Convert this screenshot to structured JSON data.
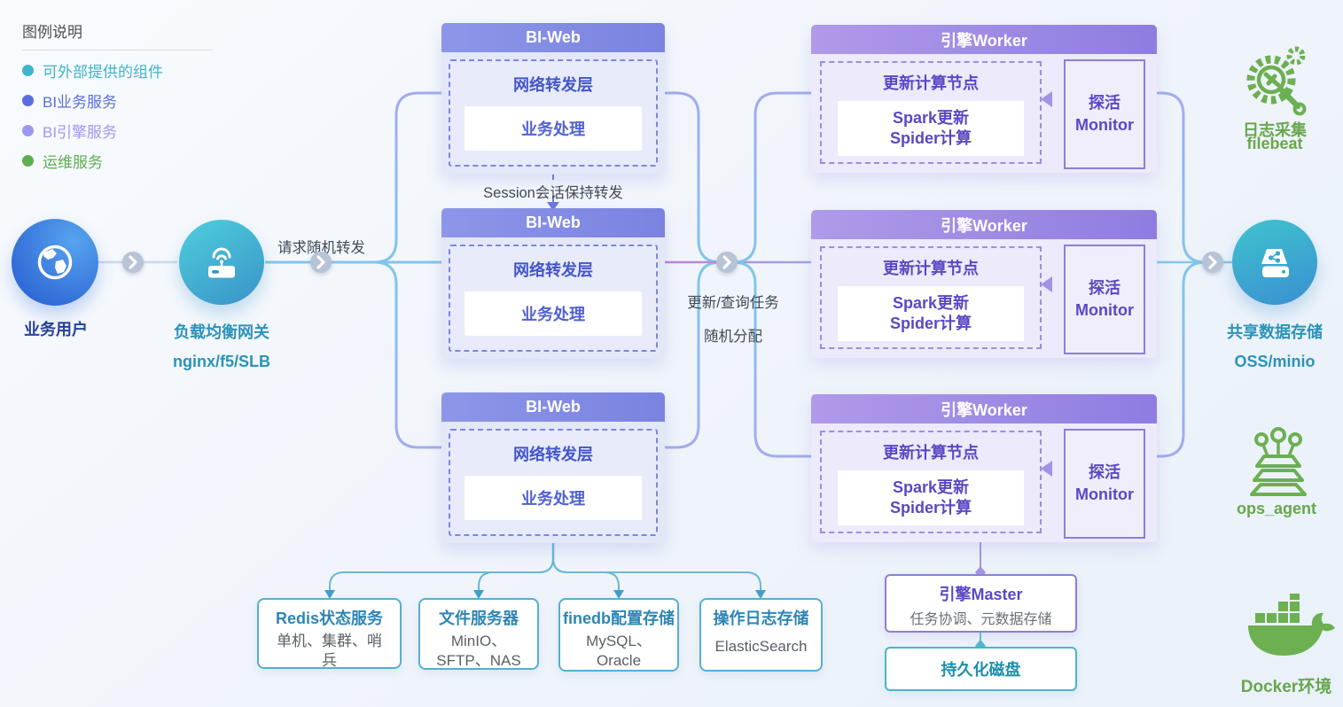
{
  "legend": {
    "title": "图例说明",
    "items": [
      {
        "label": "可外部提供的组件",
        "color": "#3fb5c9"
      },
      {
        "label": "BI业务服务",
        "color": "#5b6ede"
      },
      {
        "label": "BI引擎服务",
        "color": "#9e97f2"
      },
      {
        "label": "运维服务",
        "color": "#5fae4e"
      }
    ]
  },
  "nodes": {
    "user": {
      "label": "业务用户"
    },
    "gateway": {
      "label": "负载均衡网关",
      "sublabel": "nginx/f5/SLB"
    },
    "storage": {
      "label": "共享数据存储",
      "sublabel": "OSS/minio"
    }
  },
  "edges": {
    "request": "请求随机转发",
    "session": "Session会话保持转发",
    "dispatch_line1": "更新/查询任务",
    "dispatch_line2": "随机分配"
  },
  "biweb": {
    "title": "BI-Web",
    "layer": "网络转发层",
    "inner": "业务处理"
  },
  "worker": {
    "title": "引擎Worker",
    "layer": "更新计算节点",
    "inner_line1": "Spark更新",
    "inner_line2": "Spider计算",
    "monitor_line1": "探活",
    "monitor_line2": "Monitor"
  },
  "master": {
    "title": "引擎Master",
    "subtitle": "任务协调、元数据存储"
  },
  "disk": {
    "label": "持久化磁盘"
  },
  "datastores": [
    {
      "title": "Redis状态服务",
      "body": "单机、集群、哨兵"
    },
    {
      "title": "文件服务器",
      "body": "MinIO、SFTP、NAS"
    },
    {
      "title": "finedb配置存储",
      "body": "MySQL、Oracle"
    },
    {
      "title": "操作日志存储",
      "body": "ElasticSearch"
    }
  ],
  "ops": {
    "filebeat": {
      "line1": "日志采集",
      "line2": "filebeat"
    },
    "ops_agent": {
      "label": "ops_agent"
    },
    "docker": {
      "label": "Docker环境"
    }
  },
  "colors": {
    "biweb_header": "#7a83e0",
    "worker_header": "#9b88e3",
    "store_border": "#57aed2",
    "green": "#6cb052",
    "teal_text": "#2a93b8",
    "purple_text": "#5a48c4",
    "flow_cyan": "#7fc7ea",
    "flow_purple": "#a99fe8"
  }
}
